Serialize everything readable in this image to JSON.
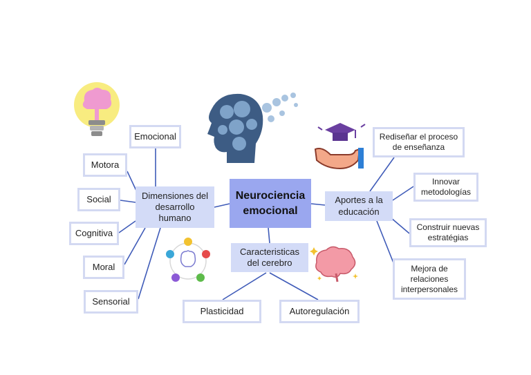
{
  "center": {
    "label": "Neurociencia\nemocional"
  },
  "left_branch": {
    "hub": "Dimensiones del\ndesarrollo\nhumano",
    "items": [
      "Emocional",
      "Motora",
      "Social",
      "Cognitiva",
      "Moral",
      "Sensorial"
    ]
  },
  "right_branch": {
    "hub": "Aportes a la\neducación",
    "items": [
      "Rediseñar el proceso\nde enseñanza",
      "Innovar\nmetodologías",
      "Construir nuevas\nestratégias",
      "Mejora de\nrelaciones\ninterpersonales"
    ]
  },
  "bottom_branch": {
    "hub": "Caracteristicas\ndel cerebro",
    "items": [
      "Plasticidad",
      "Autoregulación"
    ]
  },
  "colors": {
    "center_fill": "#9aa7ef",
    "hub_fill": "#d3dbf7",
    "leaf_border": "#d3d9f2",
    "connector": "#3f5bb8"
  },
  "icons": [
    "lightbulb-brain-icon",
    "gear-head-icon",
    "graduation-hands-icon",
    "brain-cycle-icon",
    "brain-sparkle-icon"
  ]
}
